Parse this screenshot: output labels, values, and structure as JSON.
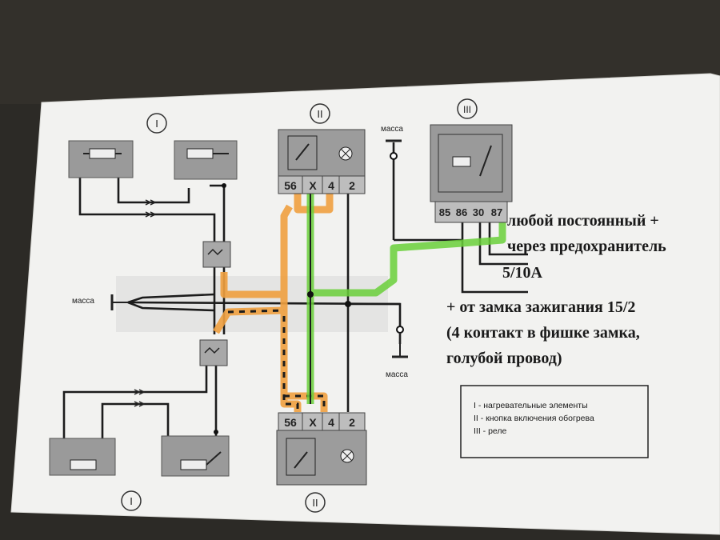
{
  "diagram": {
    "group_markers": {
      "heaters_top": "I",
      "button_top": "II",
      "relay": "III",
      "heaters_bottom": "I",
      "button_bottom": "II"
    },
    "ground_labels": {
      "top": "масса",
      "left": "масса",
      "right": "масса"
    },
    "button_top_pins": [
      "56",
      "X",
      "4",
      "2"
    ],
    "button_bottom_pins": [
      "56",
      "X",
      "4",
      "2"
    ],
    "relay_pins": [
      "85",
      "86",
      "30",
      "87"
    ],
    "notes": [
      "любой постоянный +",
      "через предохранитель",
      "5/10А",
      "+ от замка зажигания 15/2",
      "(4 контакт в фишке замка,",
      "голубой провод)"
    ],
    "legend": [
      "I - нагревательные элементы",
      "II - кнопка включения обогрева",
      "III - реле"
    ],
    "wire_colors": {
      "orange": "#f0a040",
      "green": "#6ad03a",
      "black": "#1c1c1c"
    }
  }
}
